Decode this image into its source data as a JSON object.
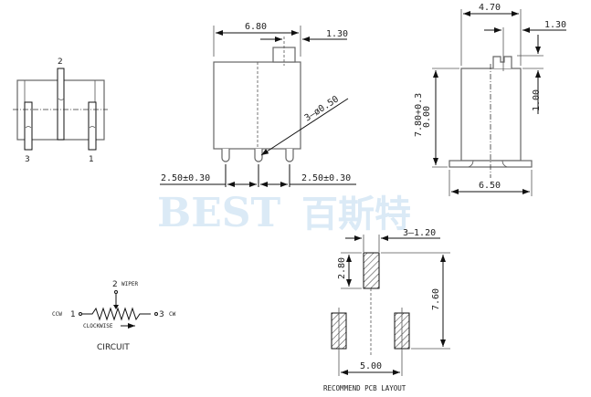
{
  "watermark": {
    "latin": "BEST",
    "cjk": "百斯特",
    "color": "#dbeaf6"
  },
  "bottom_view": {
    "pin_labels": [
      "2",
      "3",
      "1"
    ]
  },
  "front_view": {
    "width_dim": "6.80",
    "offset_dim": "1.30",
    "hole_dim": "3—ø0.50",
    "pitch_left": "2.50±0.30",
    "pitch_right": "2.50±0.30"
  },
  "side_view": {
    "width_dim": "4.70",
    "offset_dim": "1.30",
    "height_dim": "7.80+0.3",
    "height_tol": "0.00",
    "knob_dim": "1.00",
    "base_dim": "6.50"
  },
  "circuit": {
    "title": "CIRCUIT",
    "pin1": "1",
    "pin1_label": "CCW",
    "pin2": "2",
    "pin2_label": "WIPER",
    "pin3": "3",
    "pin3_label": "CW",
    "direction_label": "CLOCKWISE"
  },
  "pcb_layout": {
    "title": "RECOMMEND PCB LAYOUT",
    "pad_width": "3—1.20",
    "pad_height": "2.80",
    "total_height": "7.60",
    "pitch": "5.00"
  }
}
